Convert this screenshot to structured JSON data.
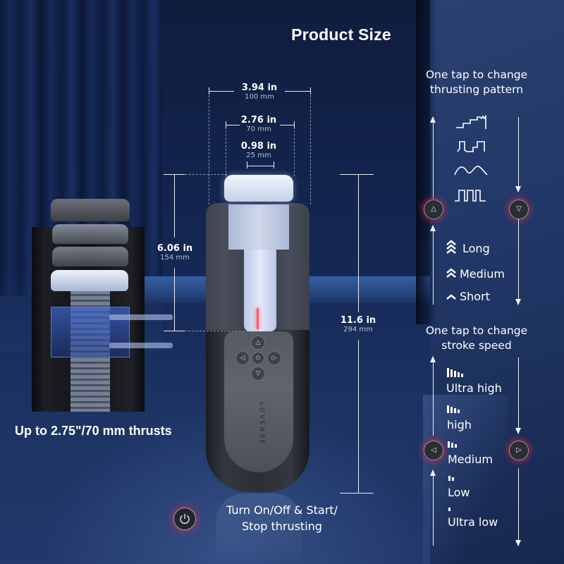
{
  "title": "Product Size",
  "dimensions": {
    "width_outer": {
      "in": "3.94 in",
      "mm": "100 mm"
    },
    "width_mid": {
      "in": "2.76 in",
      "mm": "70 mm"
    },
    "width_inner": {
      "in": "0.98 in",
      "mm": "25 mm"
    },
    "height_sleeve": {
      "in": "6.06 in",
      "mm": "154 mm"
    },
    "height_total": {
      "in": "11.6 in",
      "mm": "294 mm"
    }
  },
  "left_caption": "Up to 2.75\"/70 mm thrusts",
  "device": {
    "brand": "LOVENSE",
    "dpad": {
      "up": "△",
      "down": "▽",
      "left": "◁",
      "right": "▷",
      "center": "⏻"
    }
  },
  "pattern_section": {
    "heading_line1": "One tap to change",
    "heading_line2": "thrusting pattern",
    "up_button": "△",
    "down_button": "▽",
    "patterns": [
      "stair-step-pattern",
      "pulse-step-pattern",
      "wave-pattern",
      "square-wave-pattern"
    ],
    "stroke_lengths": [
      {
        "label": "Long",
        "chevrons": 3
      },
      {
        "label": "Medium",
        "chevrons": 2
      },
      {
        "label": "Short",
        "chevrons": 1
      }
    ]
  },
  "speed_section": {
    "heading_line1": "One tap to change",
    "heading_line2": "stroke speed",
    "left_button": "◁",
    "right_button": "▷",
    "levels": [
      {
        "label": "Ultra high",
        "bars": 5
      },
      {
        "label": "high",
        "bars": 4
      },
      {
        "label": "Medium",
        "bars": 3
      },
      {
        "label": "Low",
        "bars": 2
      },
      {
        "label": "Ultra low",
        "bars": 1
      }
    ]
  },
  "power": {
    "caption_line1": "Turn On/Off & Start/",
    "caption_line2": "Stop thrusting"
  }
}
